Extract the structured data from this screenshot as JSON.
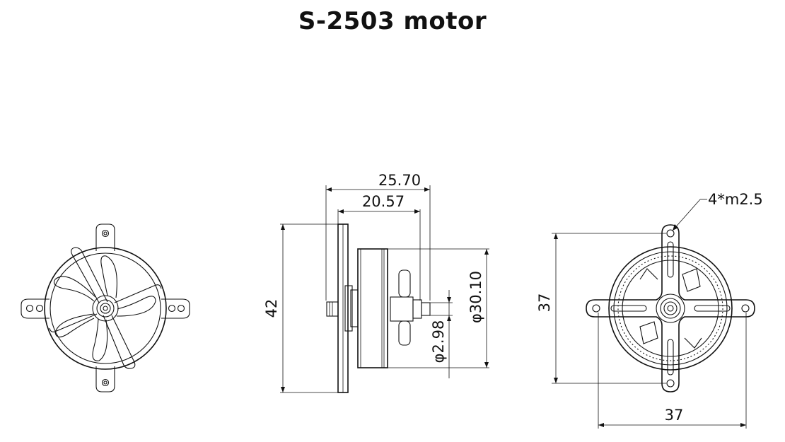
{
  "title": "S-2503 motor",
  "dimensions": {
    "length_total": "25.70",
    "length_body": "20.57",
    "height_mount": "42",
    "diameter_body": "30.10",
    "diameter_body_symbol": "φ",
    "diameter_shaft": "2.98",
    "diameter_shaft_symbol": "φ",
    "mount_vertical": "37",
    "mount_horizontal": "37",
    "holes": "4*m2.5"
  }
}
